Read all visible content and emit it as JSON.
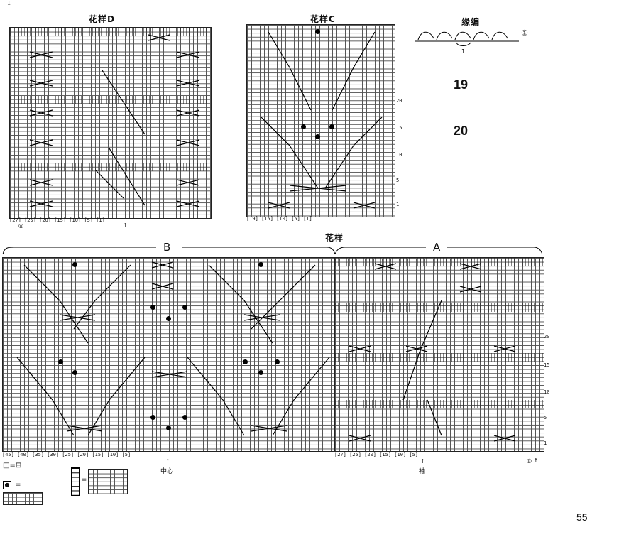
{
  "header_fragment": "1",
  "pattern_d": {
    "title": "花样D",
    "bottom_ticks": "[27] [25]   [20]   [15]   [10]  [5]  [1]"
  },
  "pattern_c": {
    "title": "花样C",
    "bottom_ticks": "[19] [15]   [10]   [5]  [1]",
    "row_labels": [
      "20",
      "15",
      "10",
      "5",
      "1"
    ]
  },
  "edging": {
    "title": "缘编",
    "marker": "①",
    "count": "1"
  },
  "size_numbers": [
    "19",
    "20"
  ],
  "main_pattern": {
    "title": "花样",
    "label_b": "B",
    "label_a": "A",
    "bottom_ticks_b": "[45] [40]  [35]   [30]  [25]   [20]   [15]   [10]  [5]",
    "bottom_ticks_a": "[27]  [25]   [20]  [15]  [10]  [5]",
    "center_label": "中心",
    "sleeve_label": "袖",
    "row_labels": [
      "20",
      "15",
      "10",
      "5",
      "1"
    ]
  },
  "legend": {
    "symbol_equals": "□=⊟"
  },
  "page_number": "55"
}
